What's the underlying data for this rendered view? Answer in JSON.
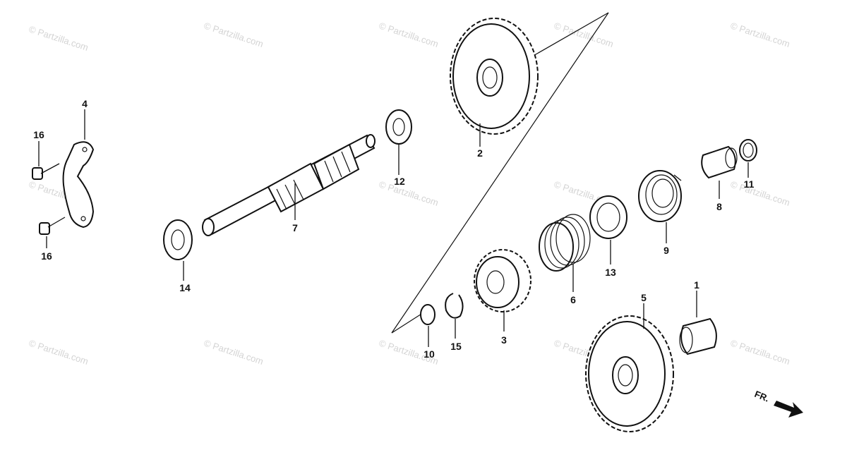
{
  "watermark": {
    "text": "© Partzilla.com"
  },
  "labels": {
    "p1": "1",
    "p2": "2",
    "p3": "3",
    "p4": "4",
    "p5": "5",
    "p6": "6",
    "p7": "7",
    "p8": "8",
    "p9": "9",
    "p10": "10",
    "p11": "11",
    "p12": "12",
    "p13": "13",
    "p14": "14",
    "p15": "15",
    "p16a": "16",
    "p16b": "16"
  },
  "direction_marker": {
    "text": "FR."
  }
}
